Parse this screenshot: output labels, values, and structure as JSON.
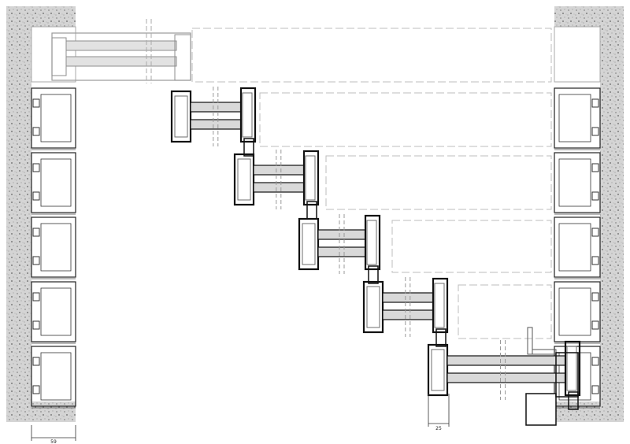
{
  "dimensions": {
    "left_width": "59",
    "right_width": "25"
  },
  "drawing": {
    "wall_hatch": "stone-masonry",
    "colors": {
      "wall": "#cfcfcf",
      "wall_speckle": "#8c8c8c",
      "profile_dark": "#111111",
      "profile_mid": "#6e6e6e",
      "glass": "#d9d9d9",
      "ghost": "#bdbdbd",
      "background": "#ffffff"
    }
  }
}
